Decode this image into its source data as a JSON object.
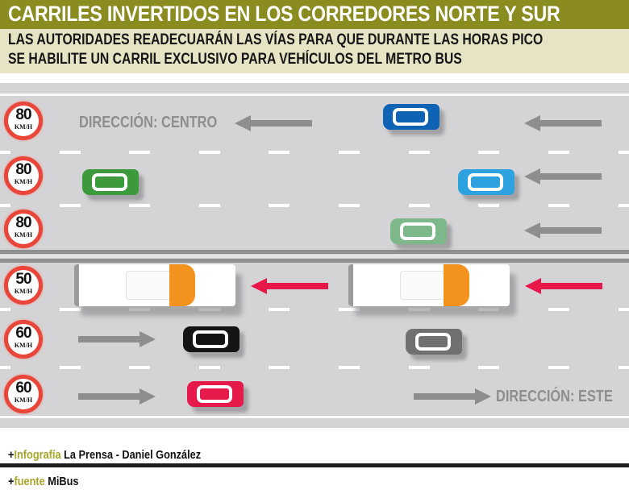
{
  "header": {
    "title": "CARRILES INVERTIDOS EN LOS CORREDORES NORTE Y SUR",
    "subtitle_lines": [
      "LAS AUTORIDADES READECUARÁN LAS VÍAS PARA QUE DURANTE LAS HORAS PICO",
      "SE HABILITE UN CARRIL EXCLUSIVO PARA VEHÍCULOS DEL METRO BUS"
    ]
  },
  "colors": {
    "title_bg": "#8b8c1f",
    "subtitle_bg": "#e7e4c6",
    "road": "#d4d4d6",
    "arrow_gray": "#8d8e90",
    "arrow_metrobus": "#e8174a",
    "speed_sign_ring": "#e9463a",
    "bus_cab": "#f4921e",
    "credit_highlight": "#a6a52a"
  },
  "road": {
    "direction_labels": {
      "north": "DIRECCIÓN: CENTRO",
      "south": "DIRECCIÓN: ESTE"
    },
    "lanes": [
      {
        "speed": "80",
        "unit": "KM/H",
        "direction": "west",
        "vehicles": [
          "blue car",
          "blue-dark car"
        ]
      },
      {
        "speed": "80",
        "unit": "KM/H",
        "direction": "west",
        "vehicles": [
          "green car",
          "light blue car"
        ]
      },
      {
        "speed": "80",
        "unit": "KM/H",
        "direction": "west",
        "vehicles": [
          "pale green car"
        ]
      },
      {
        "speed": "50",
        "unit": "KM/H",
        "direction": "west",
        "vehicles": [
          "metro bus",
          "metro bus"
        ],
        "exclusive": "metro bus"
      },
      {
        "speed": "60",
        "unit": "KM/H",
        "direction": "east",
        "vehicles": [
          "black car",
          "gray car"
        ]
      },
      {
        "speed": "60",
        "unit": "KM/H",
        "direction": "east",
        "vehicles": [
          "red car"
        ]
      }
    ]
  },
  "footer": {
    "credit_prefix": "+",
    "credit_label": "Infografía",
    "credit_text": " La Prensa - Daniel González",
    "source_prefix": "+",
    "source_label": "fuente",
    "source_text": " MiBus"
  }
}
